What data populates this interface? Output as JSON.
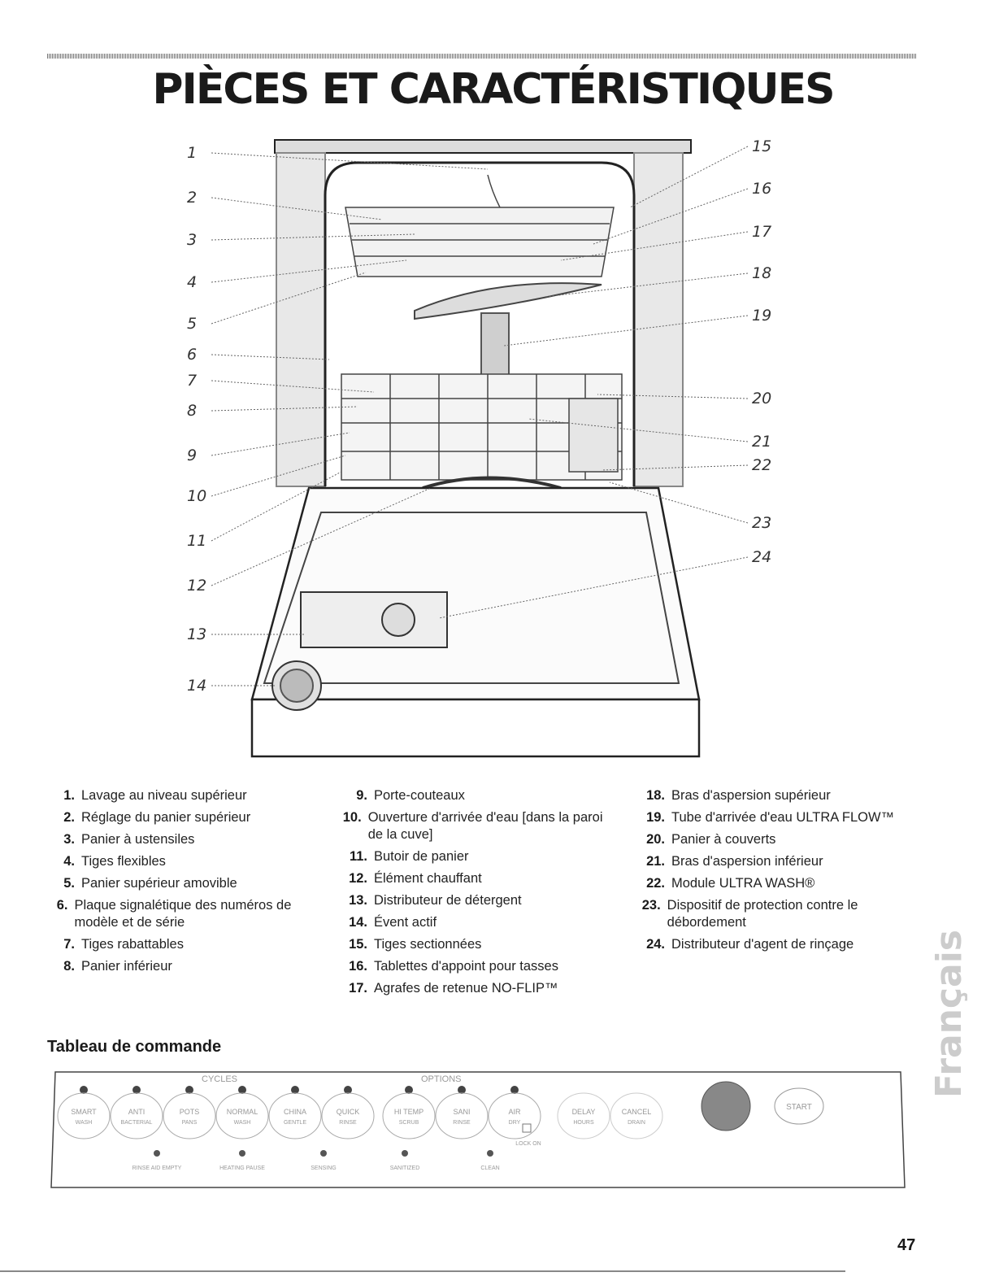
{
  "page": {
    "title": "PIÈCES ET CARACTÉRISTIQUES",
    "page_number": "47",
    "side_tab": "Français"
  },
  "diagram": {
    "callouts_left": [
      "1",
      "2",
      "3",
      "4",
      "5",
      "6",
      "7",
      "8",
      "9",
      "10",
      "11",
      "12",
      "13",
      "14"
    ],
    "callouts_right": [
      "15",
      "16",
      "17",
      "18",
      "19",
      "20",
      "21",
      "22",
      "23",
      "24"
    ]
  },
  "legend": {
    "col1": [
      {
        "num": "1.",
        "text": "Lavage au niveau supérieur"
      },
      {
        "num": "2.",
        "text": "Réglage du panier supérieur"
      },
      {
        "num": "3.",
        "text": "Panier à ustensiles"
      },
      {
        "num": "4.",
        "text": "Tiges flexibles"
      },
      {
        "num": "5.",
        "text": "Panier supérieur amovible"
      },
      {
        "num": "6.",
        "text": "Plaque signalétique des numéros de modèle et de série"
      },
      {
        "num": "7.",
        "text": "Tiges rabattables"
      },
      {
        "num": "8.",
        "text": "Panier inférieur"
      }
    ],
    "col2": [
      {
        "num": "9.",
        "text": "Porte-couteaux"
      },
      {
        "num": "10.",
        "text": "Ouverture d'arrivée d'eau [dans la paroi de la cuve]"
      },
      {
        "num": "11.",
        "text": "Butoir de panier"
      },
      {
        "num": "12.",
        "text": "Élément chauffant"
      },
      {
        "num": "13.",
        "text": "Distributeur de détergent"
      },
      {
        "num": "14.",
        "text": "Évent actif"
      },
      {
        "num": "15.",
        "text": "Tiges sectionnées"
      },
      {
        "num": "16.",
        "text": "Tablettes d'appoint pour tasses"
      },
      {
        "num": "17.",
        "text": "Agrafes de retenue NO-FLIP™"
      }
    ],
    "col3": [
      {
        "num": "18.",
        "text": "Bras d'aspersion supérieur"
      },
      {
        "num": "19.",
        "text": "Tube d'arrivée d'eau ULTRA FLOW™"
      },
      {
        "num": "20.",
        "text": "Panier à couverts"
      },
      {
        "num": "21.",
        "text": "Bras d'aspersion inférieur"
      },
      {
        "num": "22.",
        "text": "Module ULTRA WASH®"
      },
      {
        "num": "23.",
        "text": "Dispositif de protection contre le débordement"
      },
      {
        "num": "24.",
        "text": "Distributeur d'agent de rinçage"
      }
    ]
  },
  "control_panel": {
    "heading": "Tableau de commande",
    "cycles_label": "CYCLES",
    "options_label": "OPTIONS",
    "cycle_buttons": [
      [
        "SMART",
        "WASH"
      ],
      [
        "ANTI",
        "BACTERIAL"
      ],
      [
        "POTS",
        "PANS"
      ],
      [
        "NORMAL",
        "WASH"
      ],
      [
        "CHINA",
        "GENTLE"
      ],
      [
        "QUICK",
        "RINSE"
      ]
    ],
    "option_buttons": [
      [
        "HI TEMP",
        "SCRUB"
      ],
      [
        "SANI",
        "RINSE"
      ],
      [
        "AIR",
        "DRY"
      ]
    ],
    "lock_label": "LOCK ON",
    "control_buttons": [
      [
        "DELAY",
        "HOURS"
      ],
      [
        "CANCEL",
        "DRAIN"
      ]
    ],
    "start_label": "START",
    "status_labels": [
      "RINSE AID EMPTY",
      "HEATING PAUSE",
      "SENSING",
      "SANITIZED",
      "CLEAN"
    ]
  }
}
